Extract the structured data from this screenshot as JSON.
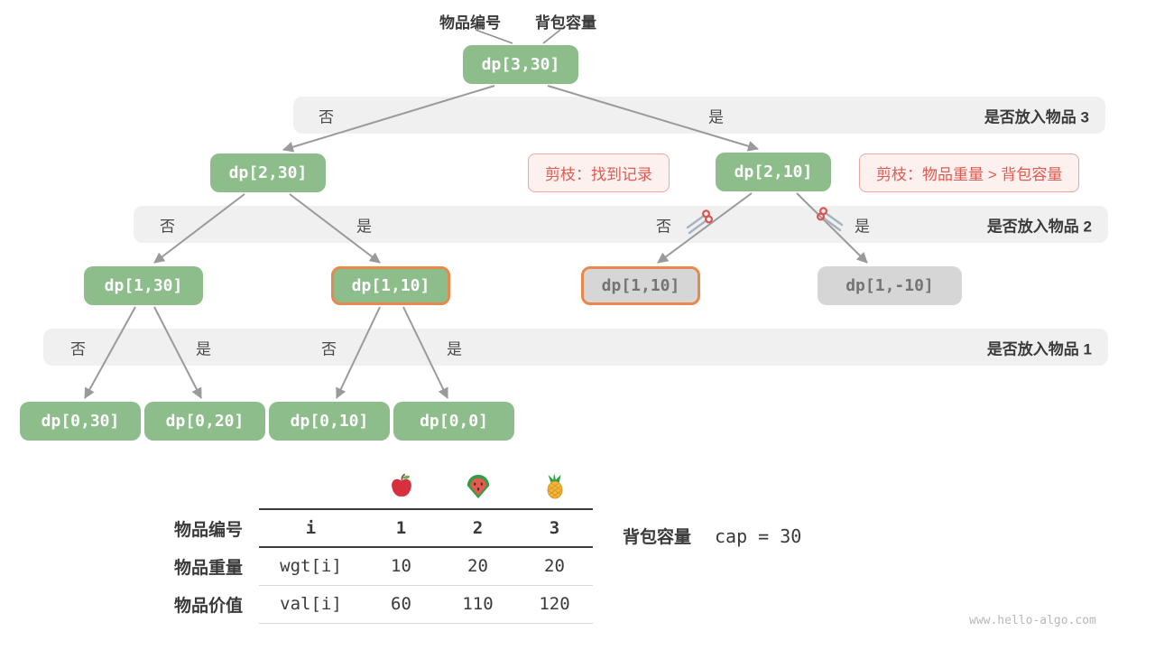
{
  "figure": {
    "watermark": "www.hello-algo.com"
  },
  "annotations": {
    "item_index_label": "物品编号",
    "capacity_label": "背包容量"
  },
  "colors": {
    "node_green": "#8DBD8A",
    "node_gray": "#D6D6D6",
    "highlight_orange": "#E8894B",
    "prune_red": "#E05A4F",
    "band_gray": "#F0F0F0",
    "arrow_gray": "#9A9A9A"
  },
  "nodes": [
    {
      "label": "dp[3,30]",
      "variant": "green"
    },
    {
      "label": "dp[2,30]",
      "variant": "green"
    },
    {
      "label": "dp[2,10]",
      "variant": "green"
    },
    {
      "label": "dp[1,30]",
      "variant": "green"
    },
    {
      "label": "dp[1,10]",
      "variant": "green-highlighted"
    },
    {
      "label": "dp[1,10]",
      "variant": "gray-highlighted"
    },
    {
      "label": "dp[1,-10]",
      "variant": "gray"
    },
    {
      "label": "dp[0,30]",
      "variant": "green"
    },
    {
      "label": "dp[0,20]",
      "variant": "green"
    },
    {
      "label": "dp[0,10]",
      "variant": "green"
    },
    {
      "label": "dp[0,0]",
      "variant": "green"
    }
  ],
  "bands": [
    {
      "question": "是否放入物品 3",
      "labels": [
        "否",
        "是"
      ]
    },
    {
      "question": "是否放入物品 2",
      "labels": [
        "否",
        "是",
        "否",
        "是"
      ]
    },
    {
      "question": "是否放入物品 1",
      "labels": [
        "否",
        "是",
        "否",
        "是"
      ]
    }
  ],
  "prune_notes": [
    {
      "text": "剪枝：找到记录"
    },
    {
      "text": "剪枝：物品重量 > 背包容量"
    }
  ],
  "icons": {
    "scissors": "scissors-icon",
    "fruits": [
      "apple-icon",
      "watermelon-icon",
      "pineapple-icon"
    ]
  },
  "item_table": {
    "row_headers": [
      "物品编号",
      "物品重量",
      "物品价值"
    ],
    "header_row": [
      "i",
      "1",
      "2",
      "3"
    ],
    "rows": [
      [
        "wgt[i]",
        "10",
        "20",
        "20"
      ],
      [
        "val[i]",
        "60",
        "110",
        "120"
      ]
    ]
  },
  "capacity": {
    "label": "背包容量",
    "value": "cap = 30"
  }
}
